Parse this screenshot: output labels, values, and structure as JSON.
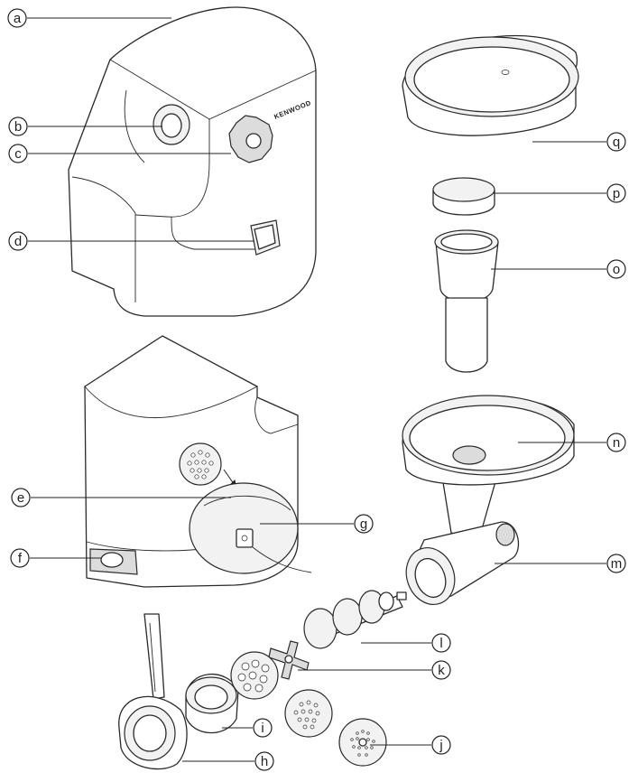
{
  "brand_text": "KENWOOD",
  "labels": {
    "a": "a",
    "b": "b",
    "c": "c",
    "d": "d",
    "e": "e",
    "f": "f",
    "g": "g",
    "h": "h",
    "i": "i",
    "j": "j",
    "k": "k",
    "l": "l",
    "m": "m",
    "n": "n",
    "o": "o",
    "p": "p",
    "q": "q"
  }
}
